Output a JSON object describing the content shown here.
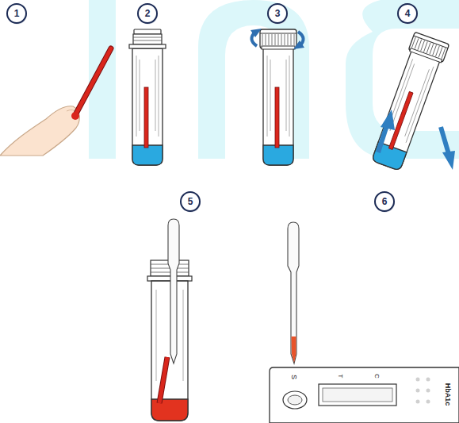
{
  "diagram": {
    "nodes": [
      {
        "text": [
          "1"
        ]
      },
      {
        "text": [
          "2"
        ]
      },
      {
        "text": [
          "3"
        ]
      },
      {
        "text": [
          "4"
        ]
      },
      {
        "text": [
          "5"
        ]
      },
      {
        "text": [
          "6"
        ]
      }
    ],
    "labels": [
      "S",
      "T",
      "C",
      "HbA1c"
    ]
  }
}
